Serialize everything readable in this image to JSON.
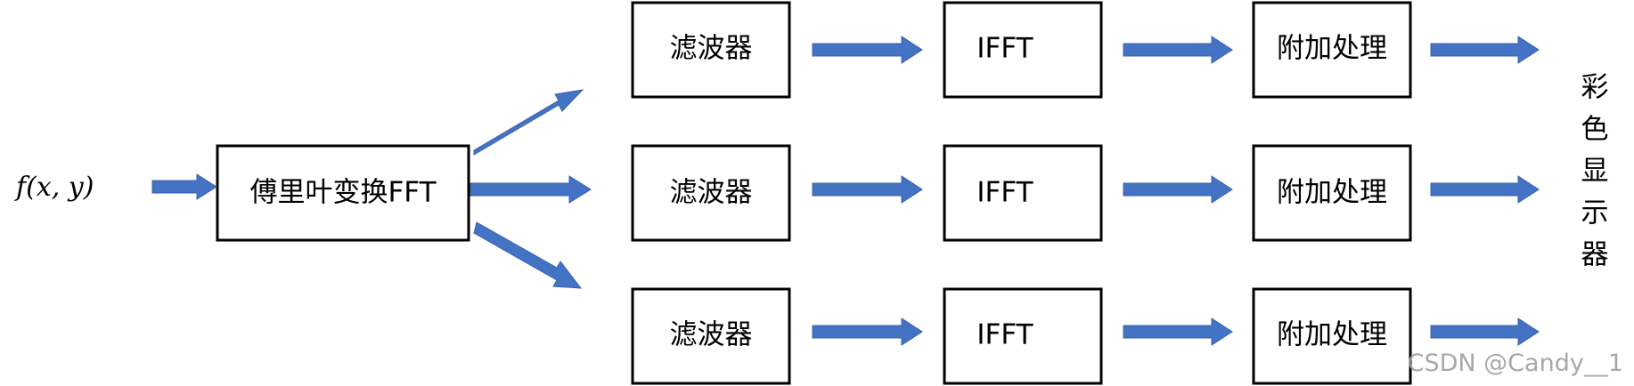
{
  "input": {
    "label": "f(x, y)"
  },
  "fft_block": {
    "label": "傅里叶变换FFT"
  },
  "channels": [
    {
      "filter_label": "滤波器",
      "ifft_label": "IFFT",
      "post_label": "附加处理"
    },
    {
      "filter_label": "滤波器",
      "ifft_label": "IFFT",
      "post_label": "附加处理"
    },
    {
      "filter_label": "滤波器",
      "ifft_label": "IFFT",
      "post_label": "附加处理"
    }
  ],
  "output": {
    "chars": [
      "彩",
      "色",
      "显",
      "示",
      "器"
    ]
  },
  "watermark": "CSDN @Candy__1",
  "colors": {
    "arrow": "#4472c4",
    "box_border": "#000000",
    "background": "#ffffff"
  }
}
